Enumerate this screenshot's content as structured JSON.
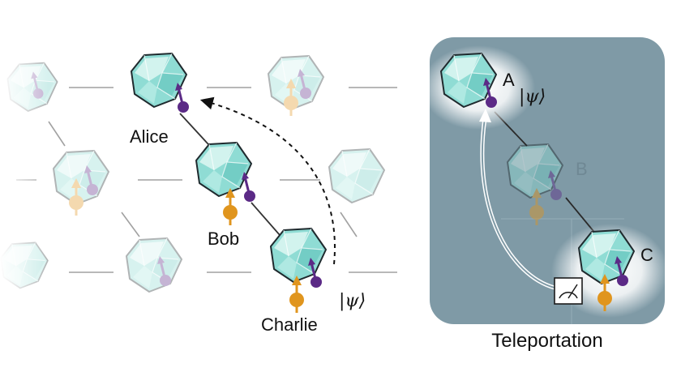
{
  "network": {
    "nodes": [
      {
        "name": "Alice",
        "label": "Alice"
      },
      {
        "name": "Bob",
        "label": "Bob"
      },
      {
        "name": "Charlie",
        "label": "Charlie"
      }
    ],
    "state_label": "|ψ⟩"
  },
  "panel": {
    "caption": "Teleportation",
    "nodes": [
      {
        "name": "A",
        "label": "A"
      },
      {
        "name": "B",
        "label": "B"
      },
      {
        "name": "C",
        "label": "C"
      }
    ],
    "state_label": "|ψ⟩",
    "measurement": "meter-icon"
  },
  "colors": {
    "crystal": "#8fdcd4",
    "crystal_light": "#d9f5f1",
    "crystal_outline": "#1f2a2e",
    "qubit_purple": "#5b2a86",
    "qubit_orange": "#e0951e",
    "panel_bg": "#7f9aa6",
    "link": "#333333"
  }
}
